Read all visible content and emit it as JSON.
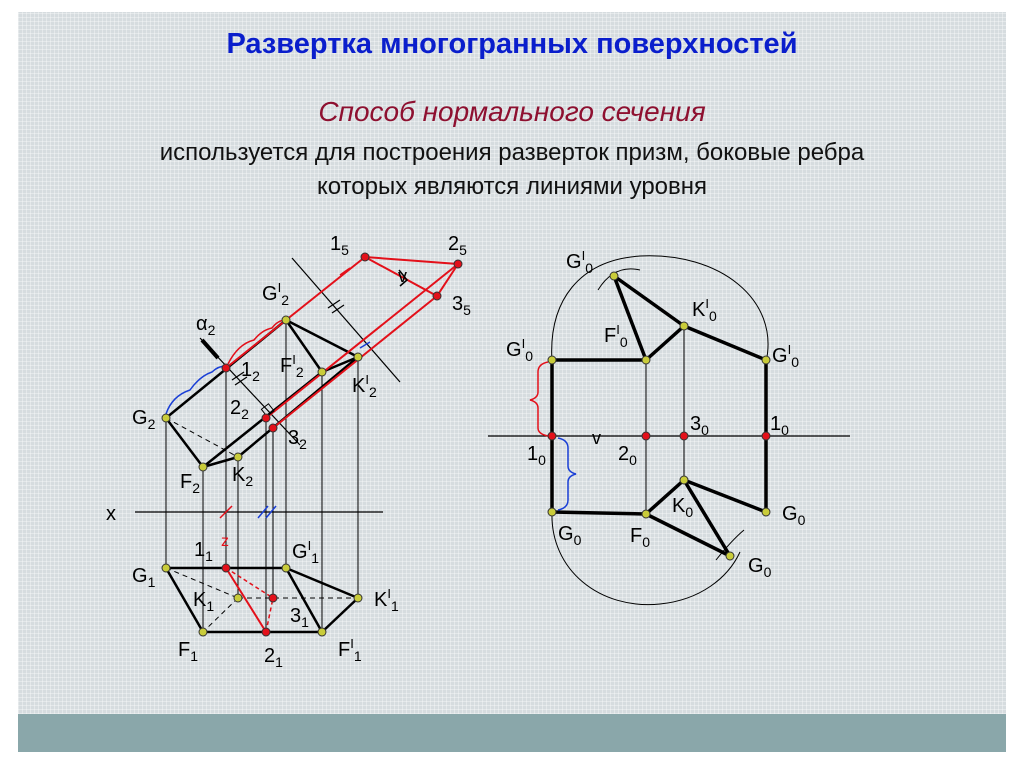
{
  "slide": {
    "title": "Развертка многогранных поверхностей",
    "subtitle": "Способ нормального сечения",
    "description_line1": "используется для построения разверток призм, боковые ребра",
    "description_line2": "которых являются линиями уровня"
  },
  "colors": {
    "title": "#0a1ecc",
    "subtitle": "#8e1030",
    "red_construction": "#e3101a",
    "blue_construction": "#1a3fd6",
    "point_fill": "#c9cc3a",
    "footer_bar": "#8aa7aa"
  },
  "labels": {
    "axis_x": "x",
    "alpha": "α",
    "alpha_sub": "2",
    "v_left": "v",
    "v_right": "v",
    "z_mark": "z",
    "l_1_5": {
      "main": "1",
      "sub": "5"
    },
    "l_2_5": {
      "main": "2",
      "sub": "5"
    },
    "l_3_5": {
      "main": "3",
      "sub": "5"
    },
    "l_G1_2": {
      "main": "G",
      "sup": "I",
      "sub": "2"
    },
    "l_F1_2": {
      "main": "F",
      "sup": "I",
      "sub": "2"
    },
    "l_K1_2": {
      "main": "K",
      "sup": "I",
      "sub": "2"
    },
    "l_1_2": {
      "main": "1",
      "sub": "2"
    },
    "l_2_2": {
      "main": "2",
      "sub": "2"
    },
    "l_3_2": {
      "main": "3",
      "sub": "2"
    },
    "l_G_2": {
      "main": "G",
      "sub": "2"
    },
    "l_F_2": {
      "main": "F",
      "sub": "2"
    },
    "l_K_2": {
      "main": "K",
      "sub": "2"
    },
    "l_1_1": {
      "main": "1",
      "sub": "1"
    },
    "l_G1_1": {
      "main": "G",
      "sup": "I",
      "sub": "1"
    },
    "l_G_1": {
      "main": "G",
      "sub": "1"
    },
    "l_K_1": {
      "main": "K",
      "sub": "1"
    },
    "l_K1_1": {
      "main": "K",
      "sup": "I",
      "sub": "1"
    },
    "l_3_1": {
      "main": "3",
      "sub": "1"
    },
    "l_F_1": {
      "main": "F",
      "sub": "1"
    },
    "l_2_1": {
      "main": "2",
      "sub": "1"
    },
    "l_F1_1": {
      "main": "F",
      "sup": "I",
      "sub": "1"
    },
    "d_G1_0_top": {
      "main": "G",
      "sup": "I",
      "sub": "0"
    },
    "d_K1_0": {
      "main": "K",
      "sup": "I",
      "sub": "0"
    },
    "d_F1_0": {
      "main": "F",
      "sup": "I",
      "sub": "0"
    },
    "d_G1_0_left": {
      "main": "G",
      "sup": "I",
      "sub": "0"
    },
    "d_G1_0_right": {
      "main": "G",
      "sup": "I",
      "sub": "0"
    },
    "d_3_0": {
      "main": "3",
      "sub": "0"
    },
    "d_1_0_right": {
      "main": "1",
      "sub": "0"
    },
    "d_1_0_left": {
      "main": "1",
      "sub": "0"
    },
    "d_2_0": {
      "main": "2",
      "sub": "0"
    },
    "d_K_0": {
      "main": "K",
      "sub": "0"
    },
    "d_G_0_right": {
      "main": "G",
      "sub": "0"
    },
    "d_G_0_left": {
      "main": "G",
      "sub": "0"
    },
    "d_F_0": {
      "main": "F",
      "sub": "0"
    },
    "d_G_0_bottom": {
      "main": "G",
      "sub": "0"
    }
  }
}
